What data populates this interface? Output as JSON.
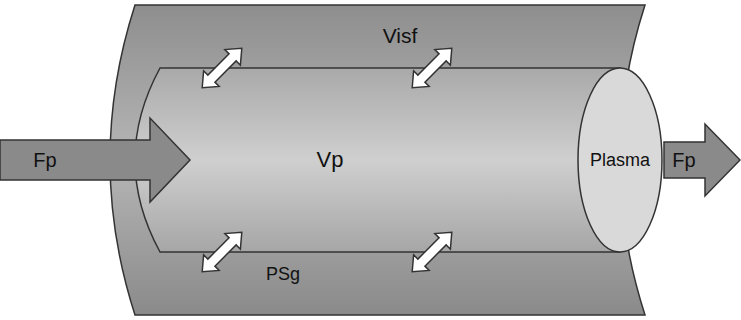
{
  "diagram": {
    "nodes": [
      {
        "text": [
          "Visf"
        ]
      },
      {
        "text": [
          "Vp",
          "Plasma"
        ],
        "in": 0
      }
    ],
    "labels": [
      "Fp",
      "Fp",
      "PSg"
    ]
  }
}
